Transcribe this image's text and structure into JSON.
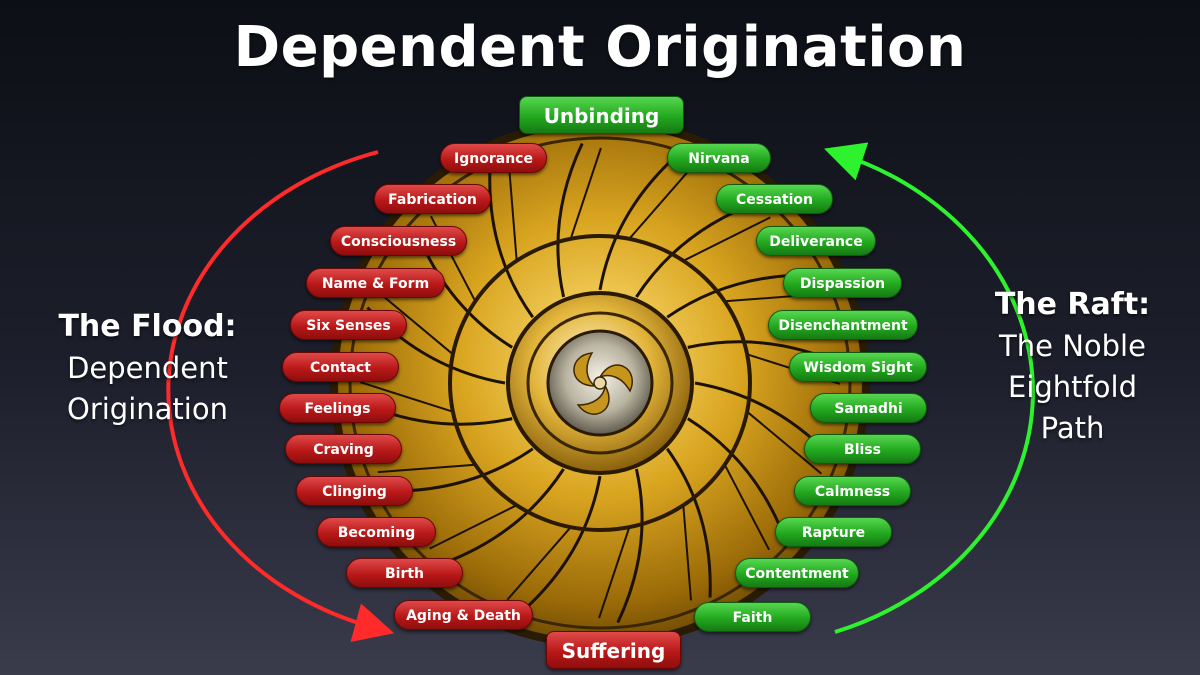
{
  "title": "Dependent Origination",
  "top_node": "Unbinding",
  "bottom_node": "Suffering",
  "left_panel": {
    "heading": "The Flood:",
    "line1": "Dependent",
    "line2": "Origination"
  },
  "right_panel": {
    "heading": "The Raft:",
    "line1": "The Noble",
    "line2": "Eightfold",
    "line3": "Path"
  },
  "flood_links": [
    "Ignorance",
    "Fabrication",
    "Consciousness",
    "Name & Form",
    "Six Senses",
    "Contact",
    "Feelings",
    "Craving",
    "Clinging",
    "Becoming",
    "Birth",
    "Aging & Death"
  ],
  "raft_links": [
    "Nirvana",
    "Cessation",
    "Deliverance",
    "Dispassion",
    "Disenchantment",
    "Wisdom Sight",
    "Samadhi",
    "Bliss",
    "Calmness",
    "Rapture",
    "Contentment",
    "Faith"
  ],
  "colors": {
    "flood": "#c21c1c",
    "raft": "#26b022",
    "flood_arrow": "#ff2a2a",
    "raft_arrow": "#2ef22e",
    "wheel_gold": "#d4a017"
  },
  "icons": {
    "center": "triple-swirl-icon",
    "wheel": "dharma-wheel"
  }
}
